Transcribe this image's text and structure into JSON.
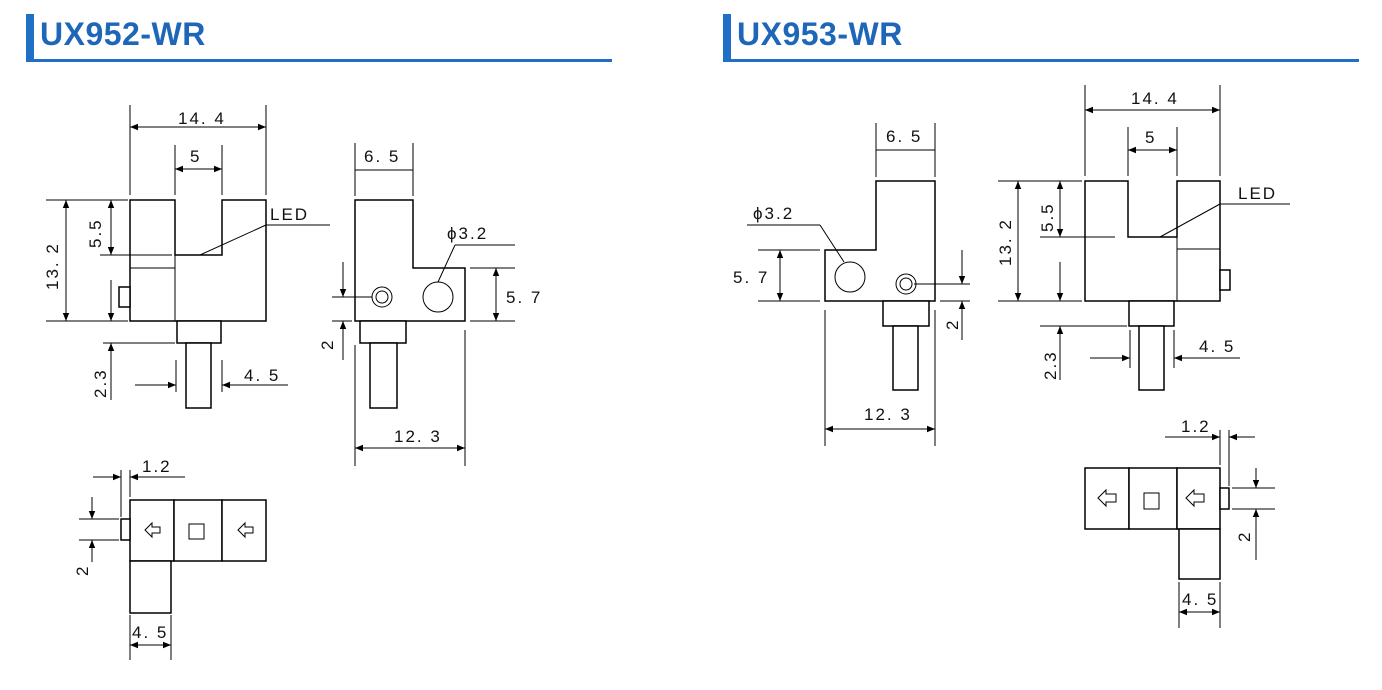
{
  "left": {
    "title": "UX952-WR",
    "labels": {
      "width_total": "14. 4",
      "slot_width": "5",
      "slot_depth": "5.5",
      "height": "13. 2",
      "led": "LED",
      "side_width": "6. 5",
      "lens_dia": "ϕ3.2",
      "lens_height": "5. 7",
      "lens_offset": "2",
      "shaft_len": "2.3",
      "shaft_width": "4. 5",
      "side_len": "12. 3",
      "plan_offset": "1.2",
      "plan_led": "2",
      "plan_width": "4. 5"
    }
  },
  "right": {
    "title": "UX953-WR",
    "labels": {
      "width_total": "14. 4",
      "slot_width": "5",
      "slot_depth": "5.5",
      "height": "13. 2",
      "led": "LED",
      "side_width": "6. 5",
      "lens_dia": "ϕ3.2",
      "lens_height": "5. 7",
      "lens_offset": "2",
      "shaft_len": "2.3",
      "shaft_width": "4. 5",
      "side_len": "12. 3",
      "plan_offset": "1.2",
      "plan_led": "2",
      "plan_width": "4. 5"
    }
  },
  "colors": {
    "accent": "#1f6fc6",
    "title": "#1e66b8"
  }
}
